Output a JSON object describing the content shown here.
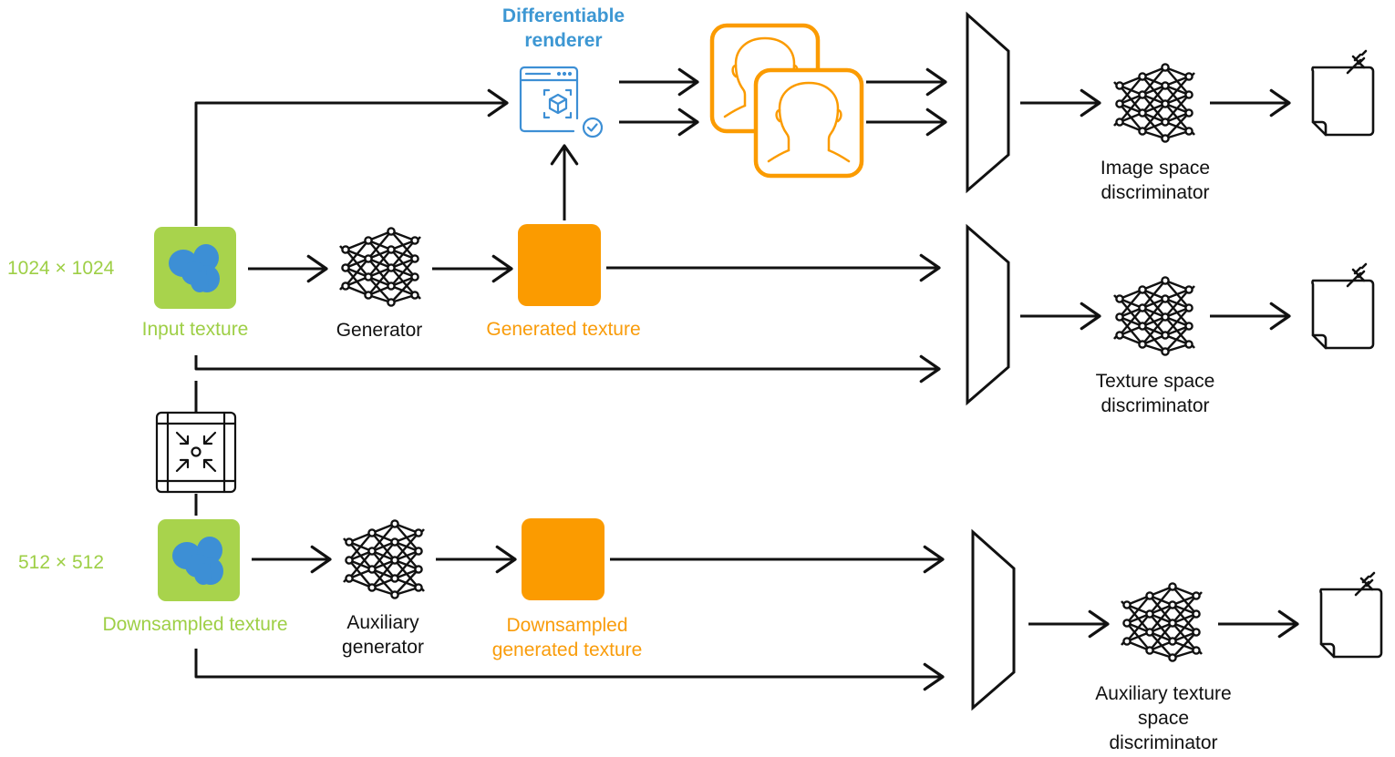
{
  "colors": {
    "green": "#a8d34c",
    "green_text": "#9ecf46",
    "blue": "#3d8fd5",
    "orange": "#fb9b00",
    "black": "#111111"
  },
  "labels": {
    "renderer_line1": "Differentiable",
    "renderer_line2": "renderer",
    "res_high": "1024 × 1024",
    "res_low": "512 × 512",
    "input_texture": "Input texture",
    "generator": "Generator",
    "generated_texture": "Generated texture",
    "image_disc_line1": "Image space",
    "image_disc_line2": "discriminator",
    "texture_disc_line1": "Texture space",
    "texture_disc_line2": "discriminator",
    "downsampled_texture": "Downsampled texture",
    "aux_gen_line1": "Auxiliary",
    "aux_gen_line2": "generator",
    "down_gen_line1": "Downsampled",
    "down_gen_line2": "generated texture",
    "aux_disc_line1": "Auxiliary texture",
    "aux_disc_line2": "space",
    "aux_disc_line3": "discriminator"
  },
  "icons": [
    "input-texture-icon",
    "generator-network-icon",
    "generated-texture-square",
    "differentiable-renderer-icon",
    "rendered-face-icon",
    "encoder-trapezoid",
    "discriminator-network-icon",
    "output-note-icon",
    "downsample-icon"
  ]
}
